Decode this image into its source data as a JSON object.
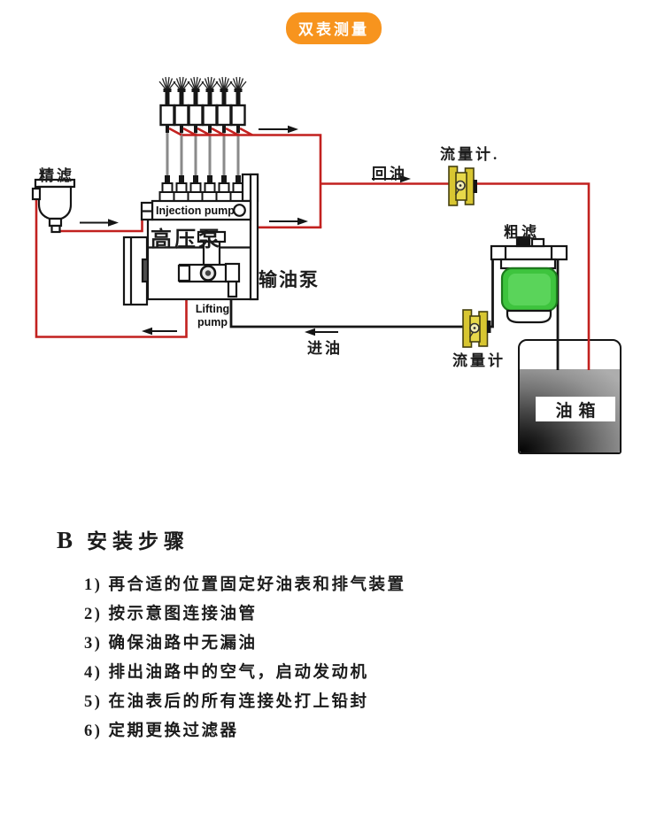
{
  "badge": {
    "label": "双表测量"
  },
  "diagram": {
    "labels": {
      "fine_filter": "精滤",
      "return_oil": "回油",
      "flow_meter_top": "流量计.",
      "coarse_filter": "粗滤",
      "flow_meter_bottom": "流量计",
      "oil_inlet": "进油",
      "high_pressure_pump": "高压泵",
      "delivery_pump": "输油泵",
      "injection_pump": "Injection pump",
      "lifting_pump_line1": "Lifting",
      "lifting_pump_line2": "pump",
      "oil_tank": "油箱"
    },
    "colors": {
      "pipe_red": "#c2211f",
      "pipe_black": "#161616",
      "pipe_gray": "#8a8a8a",
      "meter_yellow": "#d8c631",
      "meter_yellow_light": "#e7d84a",
      "filter_green": "#3ec43e",
      "badge_orange": "#f7941e"
    }
  },
  "instructions": {
    "heading_letter": "B",
    "heading_text": "安装步骤",
    "items": [
      "1) 再合适的位置固定好油表和排气装置",
      "2) 按示意图连接油管",
      "3) 确保油路中无漏油",
      "4) 排出油路中的空气，启动发动机",
      "5) 在油表后的所有连接处打上铅封",
      "6) 定期更换过滤器"
    ]
  }
}
